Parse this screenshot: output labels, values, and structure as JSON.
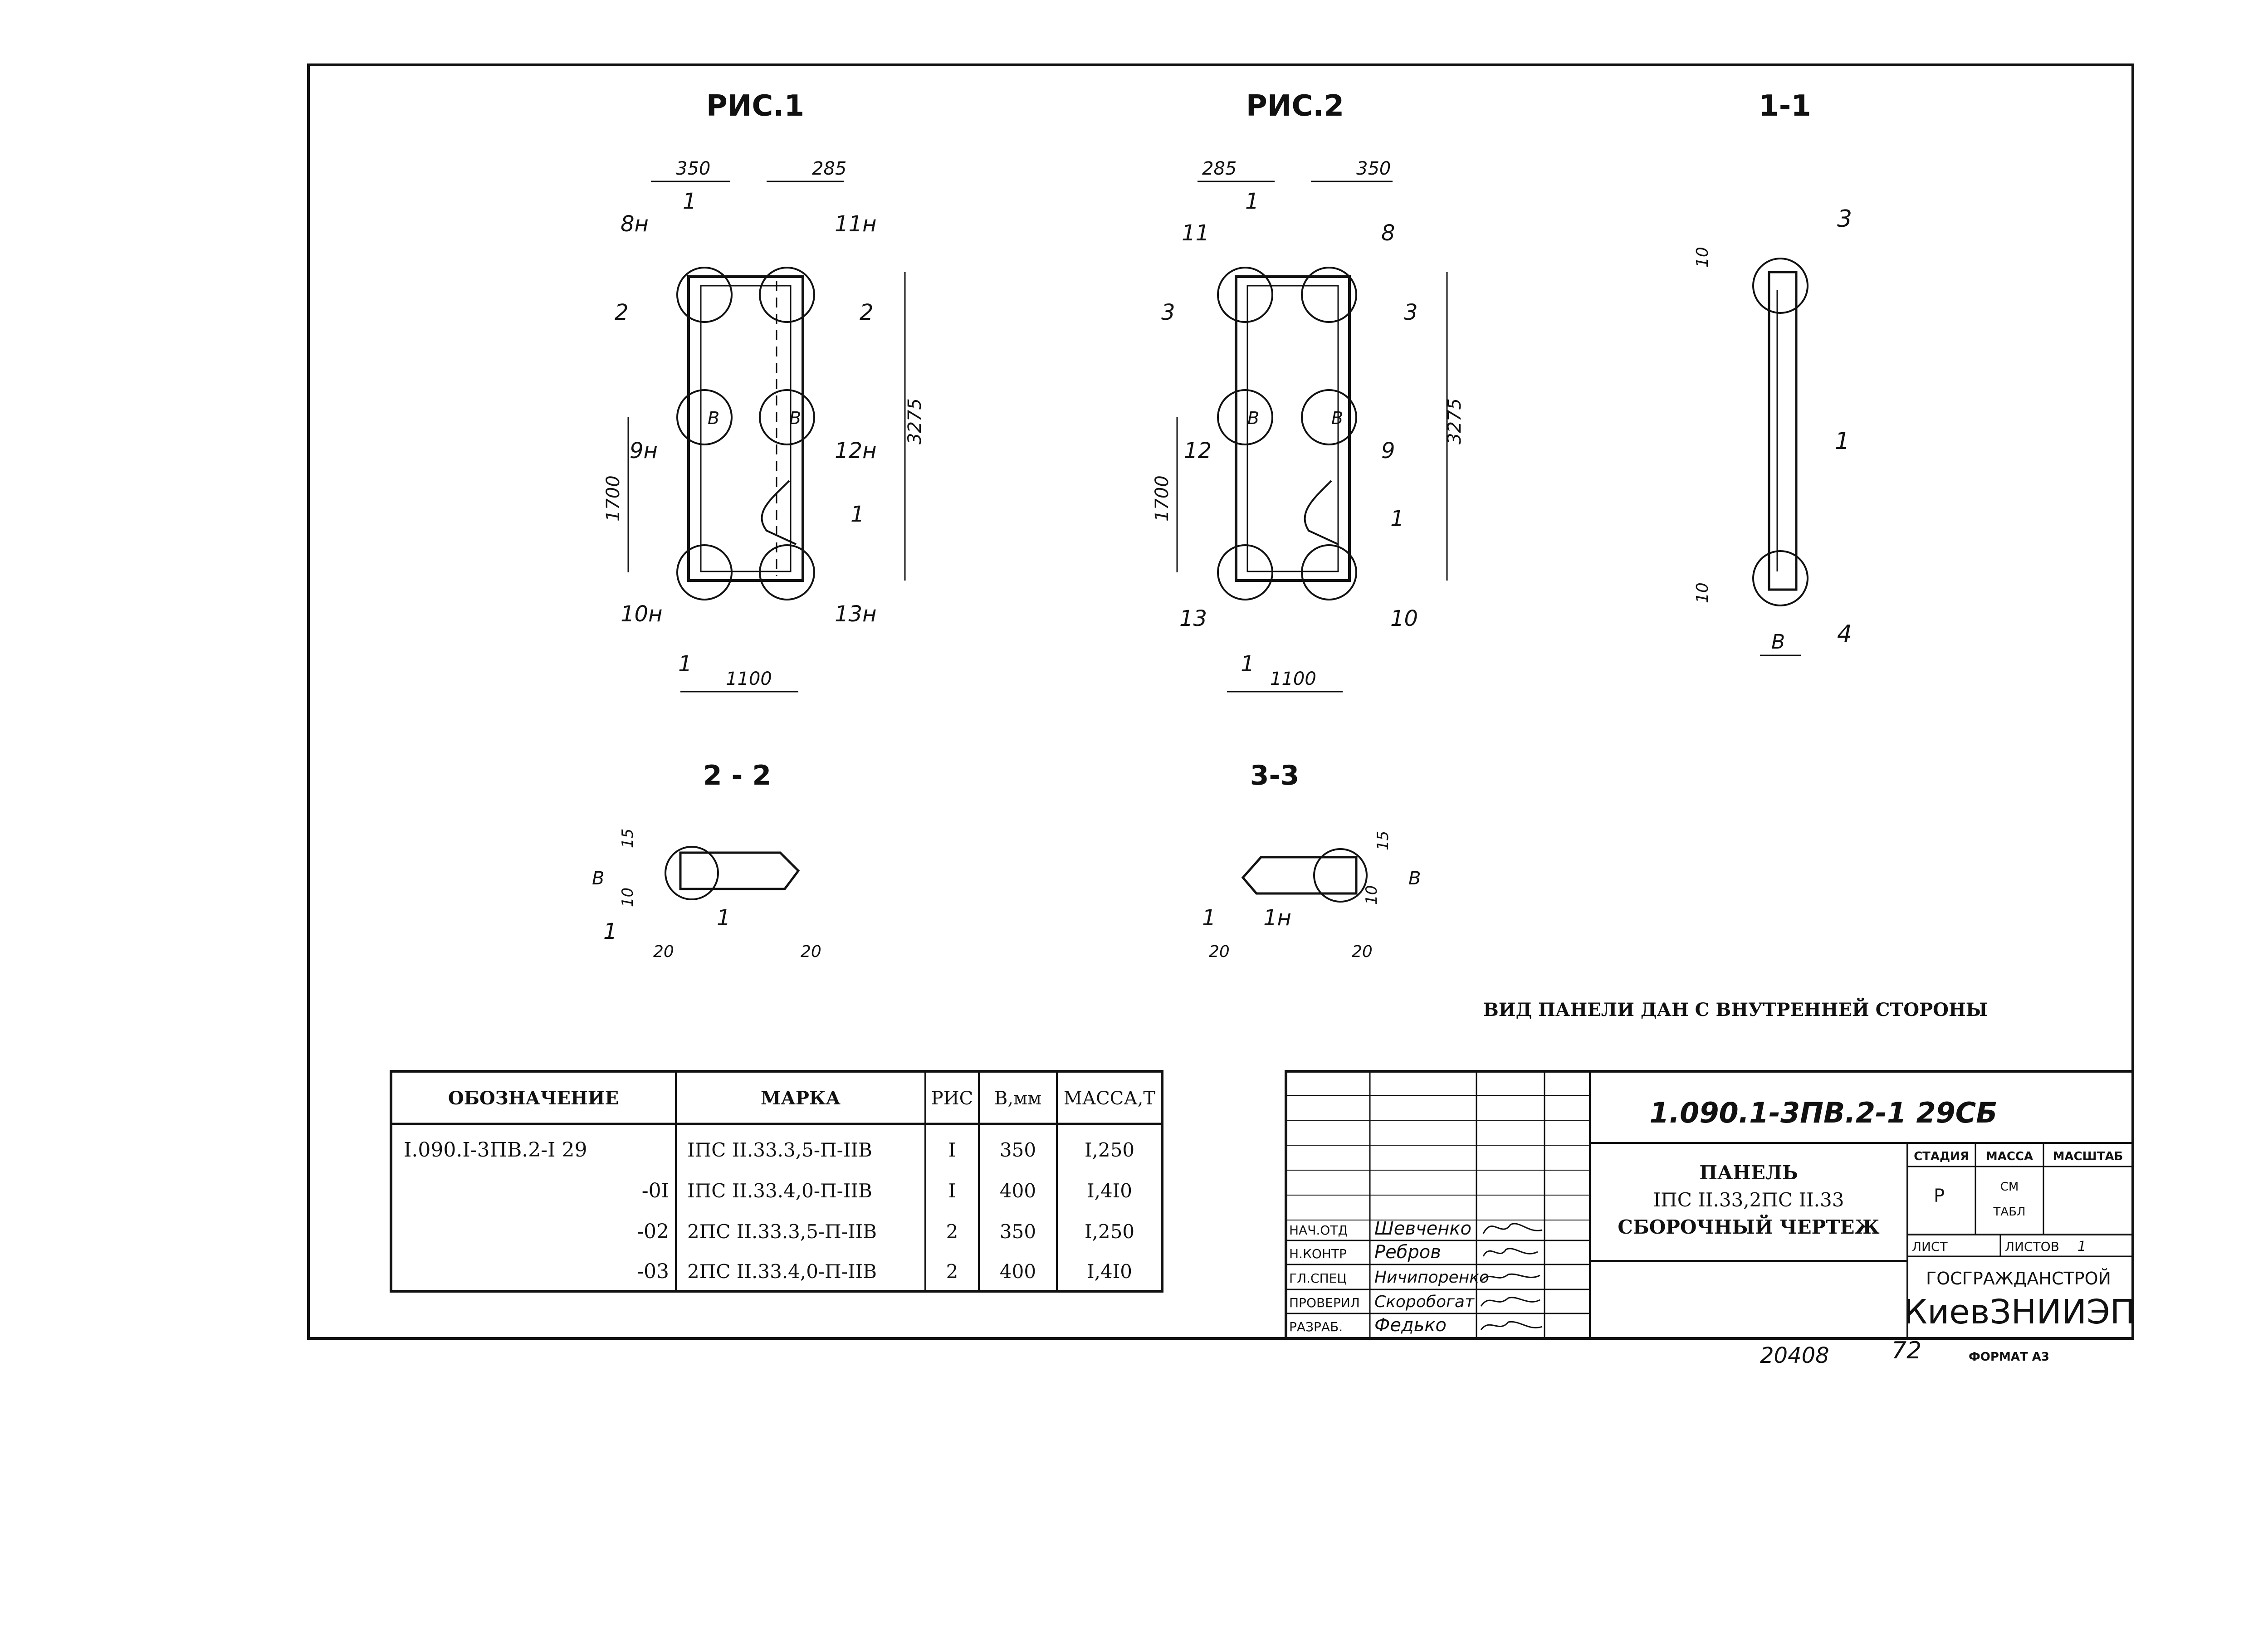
{
  "views": {
    "fig1": {
      "title": "РИС.1",
      "dims": {
        "top_left": "350",
        "top_right": "285",
        "height": "3275",
        "mid": "1700",
        "width": "1100"
      },
      "section_marks": {
        "a": "1",
        "b": "2"
      },
      "callouts": [
        "8н",
        "11н",
        "9н",
        "12н",
        "1",
        "10н",
        "13н"
      ],
      "node_letters": [
        "В",
        "В"
      ]
    },
    "fig2": {
      "title": "РИС.2",
      "dims": {
        "top_left": "285",
        "top_right": "350",
        "height": "3275",
        "mid": "1700",
        "width": "1100"
      },
      "section_marks": {
        "a": "1",
        "b": "3"
      },
      "callouts": [
        "11",
        "8",
        "12",
        "9",
        "1",
        "13",
        "10"
      ],
      "node_letters": [
        "В",
        "В"
      ]
    },
    "sec11": {
      "title": "1-1",
      "dims": {
        "top": "10",
        "bottom": "10",
        "width": "В"
      },
      "callouts": [
        "3",
        "1",
        "4"
      ]
    },
    "sec22": {
      "title": "2 - 2",
      "dims": {
        "a": "15",
        "b": "В",
        "c": "10",
        "d": "20",
        "e": "20"
      },
      "callouts": [
        "1",
        "1"
      ]
    },
    "sec33": {
      "title": "3-3",
      "dims": {
        "a": "15",
        "b": "В",
        "c": "10",
        "d": "20",
        "e": "20"
      },
      "callouts": [
        "1",
        "1н"
      ]
    }
  },
  "note": "ВИД ПАНЕЛИ ДАН С ВНУТРЕННЕЙ СТОРОНЫ",
  "spec_table": {
    "headers": [
      "ОБОЗНАЧЕНИЕ",
      "МАРКА",
      "РИС",
      "В,мм",
      "МАССА,Т"
    ],
    "rows": [
      [
        "I.090.I-3ПВ.2-I 29",
        "IПС II.33.3,5-П-IIВ",
        "I",
        "350",
        "I,250"
      ],
      [
        "-0I",
        "IПС II.33.4,0-П-IIВ",
        "I",
        "400",
        "I,4I0"
      ],
      [
        "-02",
        "2ПС II.33.3,5-П-IIВ",
        "2",
        "350",
        "I,250"
      ],
      [
        "-03",
        "2ПС II.33.4,0-П-IIВ",
        "2",
        "400",
        "I,4I0"
      ]
    ]
  },
  "title_block": {
    "code": "1.090.1-3ПВ.2-1 29СБ",
    "name_lines": [
      "ПАНЕЛЬ",
      "IПС II.33,2ПС II.33",
      "СБОРОЧНЫЙ ЧЕРТЕЖ"
    ],
    "stage_headers": [
      "СТАДИЯ",
      "МАССА",
      "МАСШТАБ"
    ],
    "stage": "Р",
    "mass_lines": [
      "СМ",
      "ТАБЛ"
    ],
    "sheet_label": "ЛИСТ",
    "sheets_label": "ЛИСТОВ",
    "sheets_value": "1",
    "org_line": "ГОСГРАЖДАНСТРОЙ",
    "org_name": "КиевЗНИИЭП",
    "people": [
      {
        "role": "НАЧ.ОТД",
        "name": "Шевченко"
      },
      {
        "role": "Н.КОНТР",
        "name": "Ребров"
      },
      {
        "role": "ГЛ.СПЕЦ",
        "name": "Ничипоренко"
      },
      {
        "role": "ПРОВЕРИЛ",
        "name": "Скоробогат"
      },
      {
        "role": "РАЗРАБ.",
        "name": "Федько"
      }
    ]
  },
  "footer": {
    "num1": "20408",
    "num2": "72",
    "format": "ФОРМАТ А3"
  }
}
